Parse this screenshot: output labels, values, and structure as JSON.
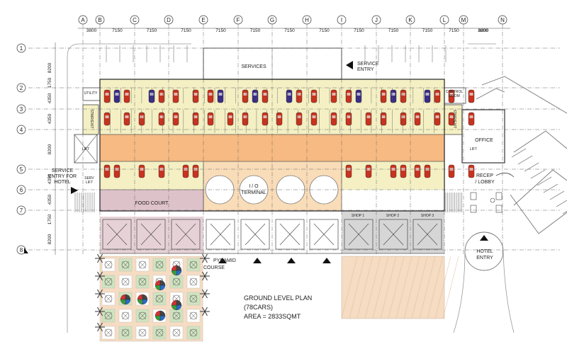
{
  "grid_columns": [
    "A",
    "B",
    "C",
    "D",
    "E",
    "F",
    "G",
    "H",
    "I",
    "J",
    "K",
    "L",
    "M",
    "N"
  ],
  "column_dims": [
    "3800",
    "7150",
    "7150",
    "7150",
    "7150",
    "7150",
    "7150",
    "7150",
    "7150",
    "7150",
    "7150",
    "7150",
    "3800",
    "8200"
  ],
  "grid_rows": [
    "1",
    "2",
    "3",
    "4",
    "5",
    "6",
    "7",
    "8"
  ],
  "row_dims": [
    "8200",
    "1750",
    "4350",
    "4350",
    "8200",
    "4350",
    "4350",
    "1750",
    "8200"
  ],
  "labels": {
    "services": "SERVICES",
    "service_entry": [
      "SERVICE",
      "ENTRY"
    ],
    "utility": "UTILITY",
    "control_room": [
      "CONTROL",
      "ROOM"
    ],
    "office": "OFFICE",
    "lift_left": "LIFT",
    "lift_right": "LIFT",
    "stair_left": "STAIR/EXIT",
    "stair_right": "STAIR/EXIT",
    "serv_lift": [
      "SERV",
      "LIFT"
    ],
    "service_entry_hotel": [
      "SERVICE",
      "ENTRY FOR",
      "HOTEL"
    ],
    "io_terminal": [
      "I / O",
      "TERMINAL"
    ],
    "recep_lobby": [
      "RECEP",
      "/ LOBBY"
    ],
    "food_court": "FOOD COURT",
    "shop1": "SHOP 1",
    "shop2": "SHOP 2",
    "shop3": "SHOP 3",
    "pyramid_line1": "PYRAMID",
    "pyramid_line2": "COURSE",
    "hotel_entry": [
      "HOTEL",
      "ENTRY"
    ]
  },
  "title": {
    "line1": "GROUND LEVEL PLAN",
    "line2": "(78CARS)",
    "line3": "AREA = 2833SQMT"
  },
  "colors": {
    "parking": "#f4f0c4",
    "aisle": "#f7ba82",
    "food_court": "#dec2ca",
    "terminal": "#f9dcb8",
    "shops": "#d6d6d6",
    "car_red": "#c8331f",
    "car_purple": "#3a2d86",
    "paving_pink": "#f5dcc2",
    "paving_green": "#cfe3c0"
  }
}
